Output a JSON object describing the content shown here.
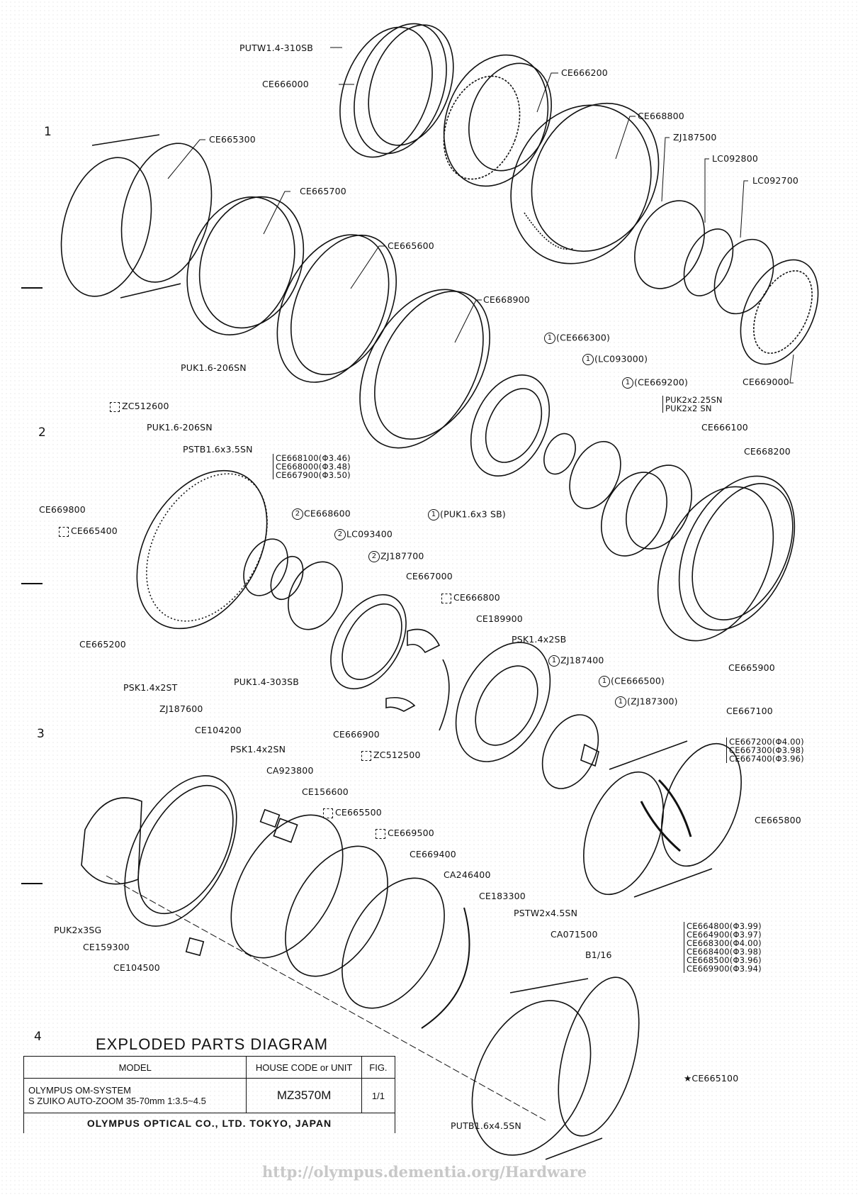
{
  "diagram": {
    "title": "EXPLODED PARTS DIAGRAM",
    "section_numbers": [
      "1",
      "2",
      "3",
      "4"
    ],
    "labels": {
      "putw": "PUTW1.4-310SB",
      "ce666000": "CE666000",
      "ce666200": "CE666200",
      "ce668800": "CE668800",
      "zj187500": "ZJ187500",
      "lc092800": "LC092800",
      "lc092700": "LC092700",
      "ce665300": "CE665300",
      "ce665700": "CE665700",
      "ce665600": "CE665600",
      "ce668900": "CE668900",
      "ce669000": "CE669000",
      "puk16_206sn_a": "PUK1.6-206SN",
      "ce666300": "(CE666300)",
      "lc093000": "(LC093000)",
      "ce669200": "(CE669200)",
      "puk2x225sn": "PUK2x2.25SN",
      "puk2x2sn": "PUK2x2 SN",
      "ce666100": "CE666100",
      "ce668200": "CE668200",
      "zc512600": "ZC512600",
      "puk16_206sn_b": "PUK1.6-206SN",
      "pstb": "PSTB1.6x3.5SN",
      "ce668100": "CE668100(Φ3.46)",
      "ce668000": "CE668000(Φ3.48)",
      "ce667900": "CE667900(Φ3.50)",
      "puk16x3sb": "(PUK1.6x3 SB)",
      "ce669800": "CE669800",
      "ce665400": "CE665400",
      "ce668600": "CE668600",
      "lc093400": "LC093400",
      "zj187700": "ZJ187700",
      "ce667000": "CE667000",
      "ce666800": "CE666800",
      "ce189900": "CE189900",
      "psk14x2sb": "PSK1.4x2SB",
      "zj187400": "ZJ187400",
      "ce665200": "CE665200",
      "ce665900": "CE665900",
      "puk14_303sb": "PUK1.4-303SB",
      "ce666500": "(CE666500)",
      "zj187300": "(ZJ187300)",
      "ce667100": "CE667100",
      "ce667200": "CE667200(Φ4.00)",
      "ce667300": "CE667300(Φ3.98)",
      "ce667400": "CE667400(Φ3.96)",
      "psk14x2st": "PSK1.4x2ST",
      "zj187600": "ZJ187600",
      "ce104200": "CE104200",
      "psk14x2sn": "PSK1.4x2SN",
      "ca923800": "CA923800",
      "ce156600": "CE156600",
      "ce666900": "CE666900",
      "zc512500": "ZC512500",
      "ce665500": "CE665500",
      "ce669500": "CE669500",
      "ce669400": "CE669400",
      "ca246400": "CA246400",
      "ce183300": "CE183300",
      "ce665800": "CE665800",
      "pstw": "PSTW2x4.5SN",
      "ca071500": "CA071500",
      "b116": "B1/16",
      "ce664800": "CE664800(Φ3.99)",
      "ce664900": "CE664900(Φ3.97)",
      "ce668300": "CE668300(Φ4.00)",
      "ce668400": "CE668400(Φ3.98)",
      "ce668500": "CE668500(Φ3.96)",
      "ce669900": "CE669900(Φ3.94)",
      "puk2x3sg": "PUK2x3SG",
      "ce159300": "CE159300",
      "ce104500": "CE104500",
      "ce665100": "CE665100",
      "putb": "PUTB1.6x4.5SN"
    },
    "group_marks": {
      "one": "1",
      "two": "2"
    },
    "title_block": {
      "model_header": "MODEL",
      "code_header": "HOUSE CODE or UNIT",
      "fig_header": "FIG.",
      "model_line1": "OLYMPUS OM-SYSTEM",
      "model_line2": "S ZUIKO AUTO-ZOOM 35-70mm 1:3.5~4.5",
      "house_code": "MZ3570M",
      "fig": "1/1",
      "manufacturer": "OLYMPUS OPTICAL CO., LTD. TOKYO, JAPAN"
    },
    "watermark": "http://olympus.dementia.org/Hardware"
  }
}
